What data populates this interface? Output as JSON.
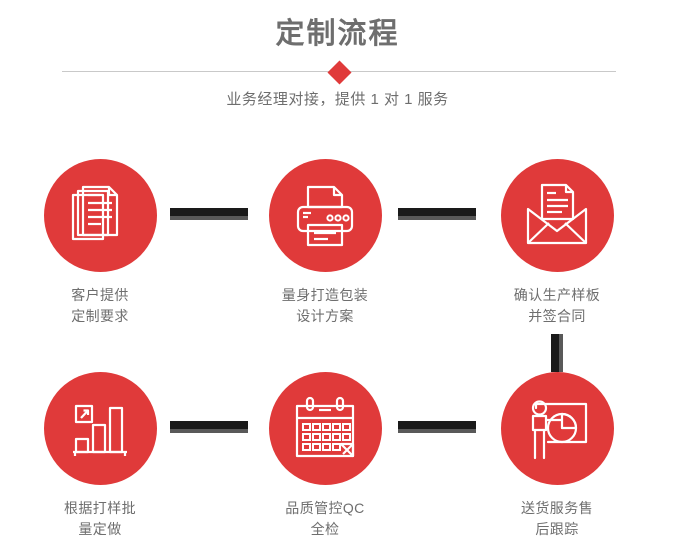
{
  "header": {
    "title": "定制流程",
    "subtitle": "业务经理对接，提供 1 对 1 服务",
    "divider_icon": "diamond",
    "accent_color": "#e03a3a",
    "text_color": "#6e6e6e",
    "divider_color": "#c9c9c9"
  },
  "flow": {
    "connector_color": "#1a1a1a",
    "connector_shadow_color": "#595959",
    "steps": [
      {
        "id": "step-1",
        "icon": "documents-stack-icon",
        "label": "客户提供\n定制要求"
      },
      {
        "id": "step-2",
        "icon": "printer-icon",
        "label": "量身打造包装\n设计方案"
      },
      {
        "id": "step-3",
        "icon": "envelope-letter-icon",
        "label": "确认生产样板\n并签合同"
      },
      {
        "id": "step-4",
        "icon": "bar-chart-growth-icon",
        "label": "根据打样批\n量定做"
      },
      {
        "id": "step-5",
        "icon": "calendar-icon",
        "label": "品质管控QC\n全检"
      },
      {
        "id": "step-6",
        "icon": "presenter-chart-icon",
        "label": "送货服务售\n后跟踪"
      }
    ],
    "connectors": [
      {
        "id": "conn-1",
        "orientation": "horizontal",
        "from": "step-1",
        "to": "step-2"
      },
      {
        "id": "conn-2",
        "orientation": "horizontal",
        "from": "step-2",
        "to": "step-3"
      },
      {
        "id": "conn-3",
        "orientation": "vertical",
        "from": "step-3",
        "to": "step-6"
      },
      {
        "id": "conn-4",
        "orientation": "horizontal",
        "from": "step-4",
        "to": "step-5"
      },
      {
        "id": "conn-5",
        "orientation": "horizontal",
        "from": "step-5",
        "to": "step-6"
      }
    ]
  }
}
